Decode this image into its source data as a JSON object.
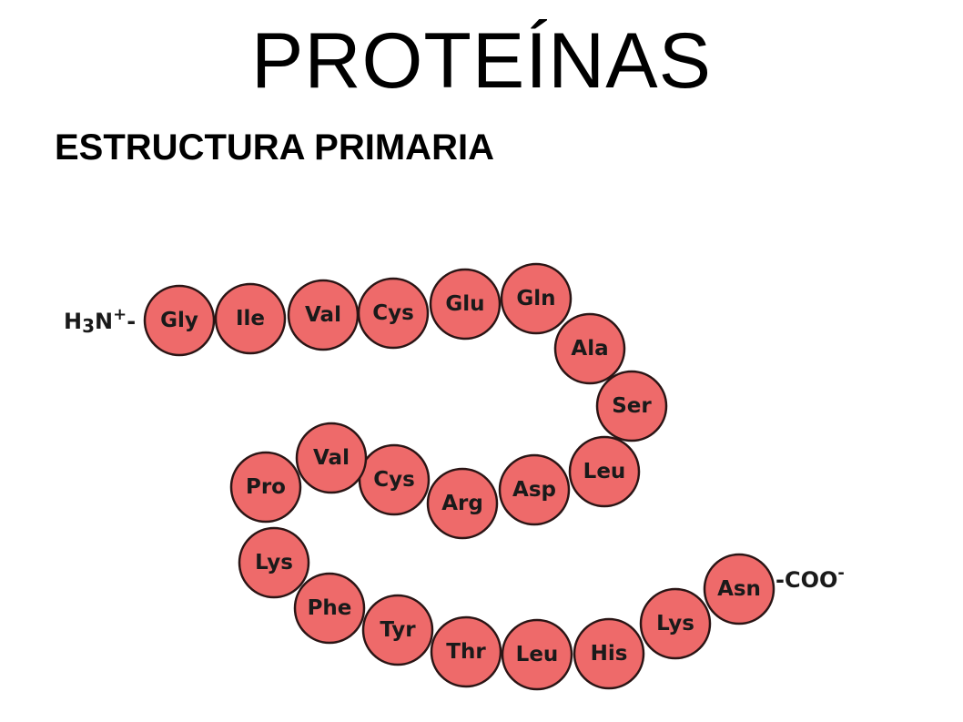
{
  "title": "PROTEÍNAS",
  "subtitle": "ESTRUCTURA PRIMARIA",
  "n_terminus": "H3N+-",
  "c_terminus": "-COO-",
  "colors": {
    "bead_fill": "#ee6a6a",
    "bead_stroke": "#2a1515"
  },
  "residues": [
    "Gly",
    "Ile",
    "Val",
    "Cys",
    "Glu",
    "Gln",
    "Ala",
    "Ser",
    "Leu",
    "Asp",
    "Arg",
    "Cys",
    "Val",
    "Pro",
    "Lys",
    "Phe",
    "Tyr",
    "Thr",
    "Leu",
    "His",
    "Lys",
    "Asn"
  ]
}
